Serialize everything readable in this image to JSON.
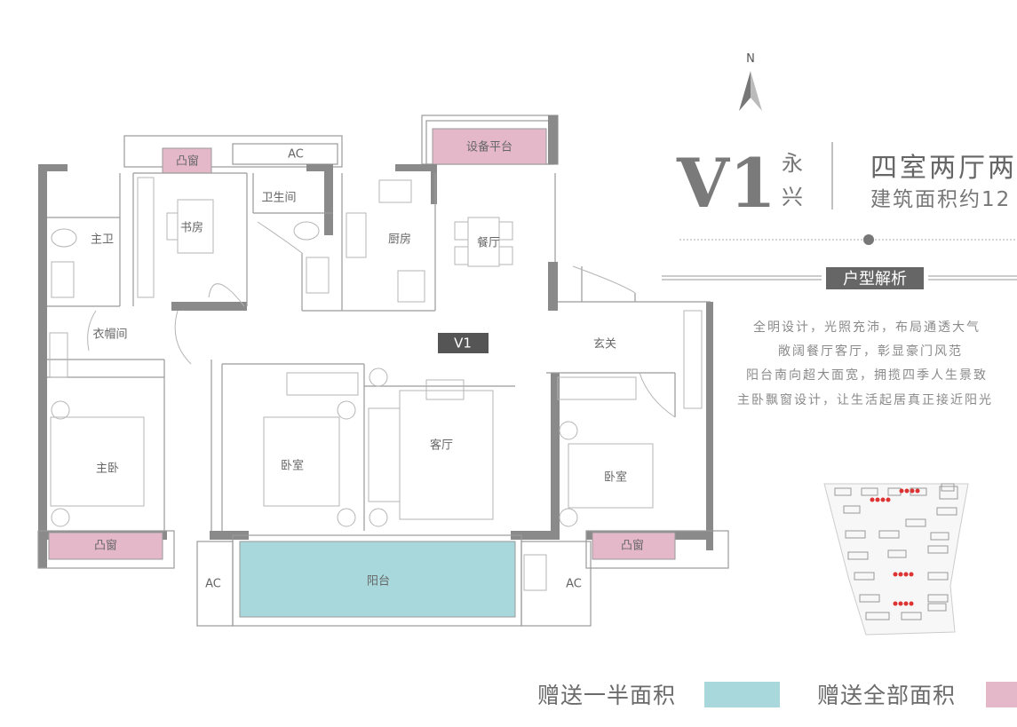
{
  "compass": {
    "label": "N"
  },
  "title": {
    "code": "V1",
    "project": "永兴",
    "layout": "四室两厅两",
    "area": "建筑面积约12"
  },
  "analysis": {
    "heading": "户型解析",
    "lines": [
      "全明设计，光照充沛，布局通透大气",
      "敞阔餐厅客厅，彰显豪门风范",
      "阳台南向超大面宽，拥揽四季人生景致",
      "主卧飘窗设计，让生活起居真正接近阳光"
    ]
  },
  "rooms": {
    "master_bath": "主卫",
    "study": "书房",
    "bay_window_top": "凸窗",
    "ac_top": "AC",
    "toilet": "卫生间",
    "kitchen": "厨房",
    "dining": "餐厅",
    "equipment_platform": "设备平台",
    "cloakroom": "衣帽间",
    "unit_tag": "V1",
    "foyer": "玄关",
    "master_bedroom": "主卧",
    "bedroom_middle": "卧室",
    "living_room": "客厅",
    "bedroom_right": "卧室",
    "bay_window_left": "凸窗",
    "bay_window_right": "凸窗",
    "balcony": "阳台",
    "ac_left": "AC",
    "ac_right": "AC"
  },
  "legend": {
    "half_area": {
      "label": "赠送一半面积",
      "color": "#a9d8dc"
    },
    "full_area": {
      "label": "赠送全部面积",
      "color": "#e4b8c9"
    }
  }
}
